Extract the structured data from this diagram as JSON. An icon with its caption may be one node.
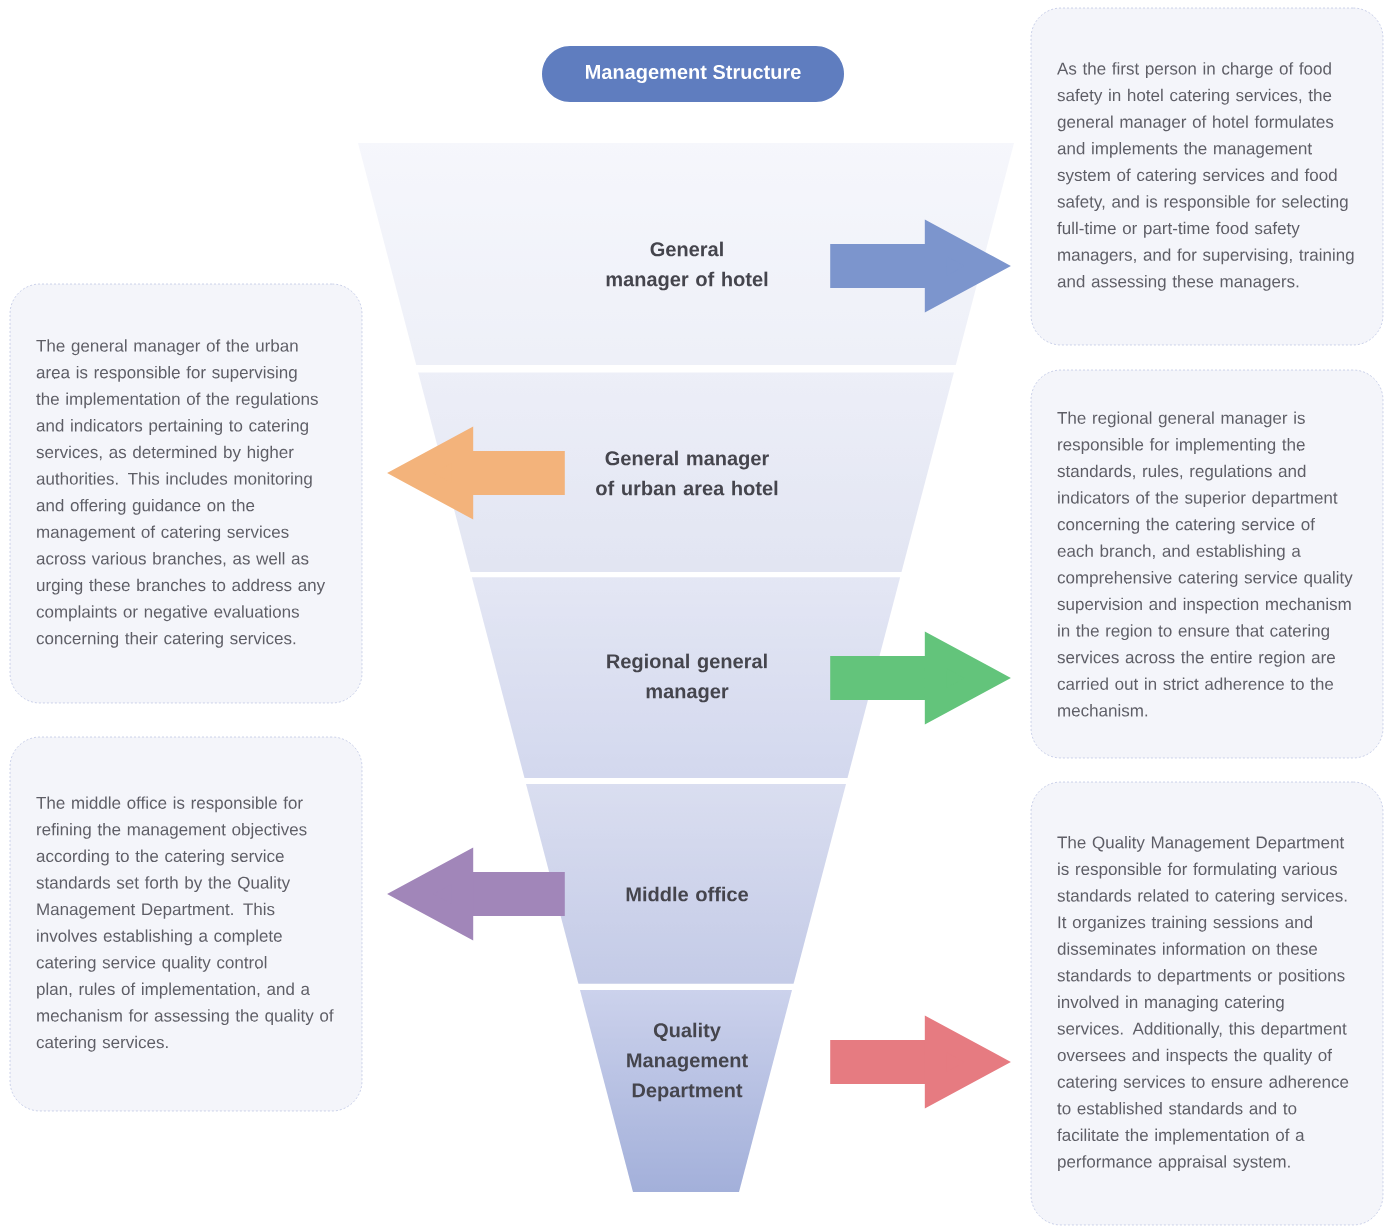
{
  "diagram": {
    "nodes": [
      {
        "text": [
          "Management Structure"
        ]
      },
      {
        "text": [
          "General manager of hotel"
        ]
      },
      {
        "text": [
          "General manager of urban area hotel"
        ]
      },
      {
        "text": [
          "Regional general manager"
        ]
      },
      {
        "text": [
          "Middle office"
        ]
      },
      {
        "text": [
          "Quality Management Department"
        ]
      },
      {
        "text": [
          "As the first person in charge of food safety in hotel catering services, the general manager of hotel formulates and implements the management system of catering services and food safety, and is responsible for selecting full-time or part-time food safety managers, and for supervising, training and assessing these managers."
        ]
      },
      {
        "text": [
          "The general manager of the urban area is responsible for supervising the implementation of the regulations and indicators pertaining to catering services, as determined by higher authorities. This includes monitoring and offering guidance on the management of catering services across various branches, as well as urging these branches to address any complaints or negative evaluations concerning their catering services."
        ]
      },
      {
        "text": [
          "The regional general manager is responsible for implementing the standards, rules, regulations and indicators of the superior department concerning the catering service of each branch, and establishing a comprehensive catering service quality supervision and inspection mechanism in the region to ensure that catering services across the entire region are carried out in strict adherence to the mechanism."
        ]
      },
      {
        "text": [
          "The middle office is responsible for refining the management objectives according to the catering service standards set forth by the Quality Management Department. This involves establishing a complete catering service quality control plan, rules of implementation, and a mechanism for assessing the quality of catering services."
        ]
      },
      {
        "text": [
          "The Quality Management Department is responsible for formulating various standards related to catering services. It organizes training sessions and disseminates information on these standards to departments or positions involved in managing catering services. Additionally, this department oversees and inspects the quality of catering services to ensure adherence to established standards and to facilitate the implementation of a performance appraisal system."
        ]
      }
    ],
    "edges": [
      {
        "from": 1,
        "to": 6,
        "arrow": "to",
        "color": "#5b7bc0"
      },
      {
        "from": 2,
        "to": 7,
        "arrow": "to",
        "color": "#f0a05a"
      },
      {
        "from": 3,
        "to": 8,
        "arrow": "to",
        "color": "#3cb55a"
      },
      {
        "from": 4,
        "to": 9,
        "arrow": "to",
        "color": "#8a68a8"
      },
      {
        "from": 5,
        "to": 10,
        "arrow": "to",
        "color": "#e05a62"
      }
    ]
  }
}
